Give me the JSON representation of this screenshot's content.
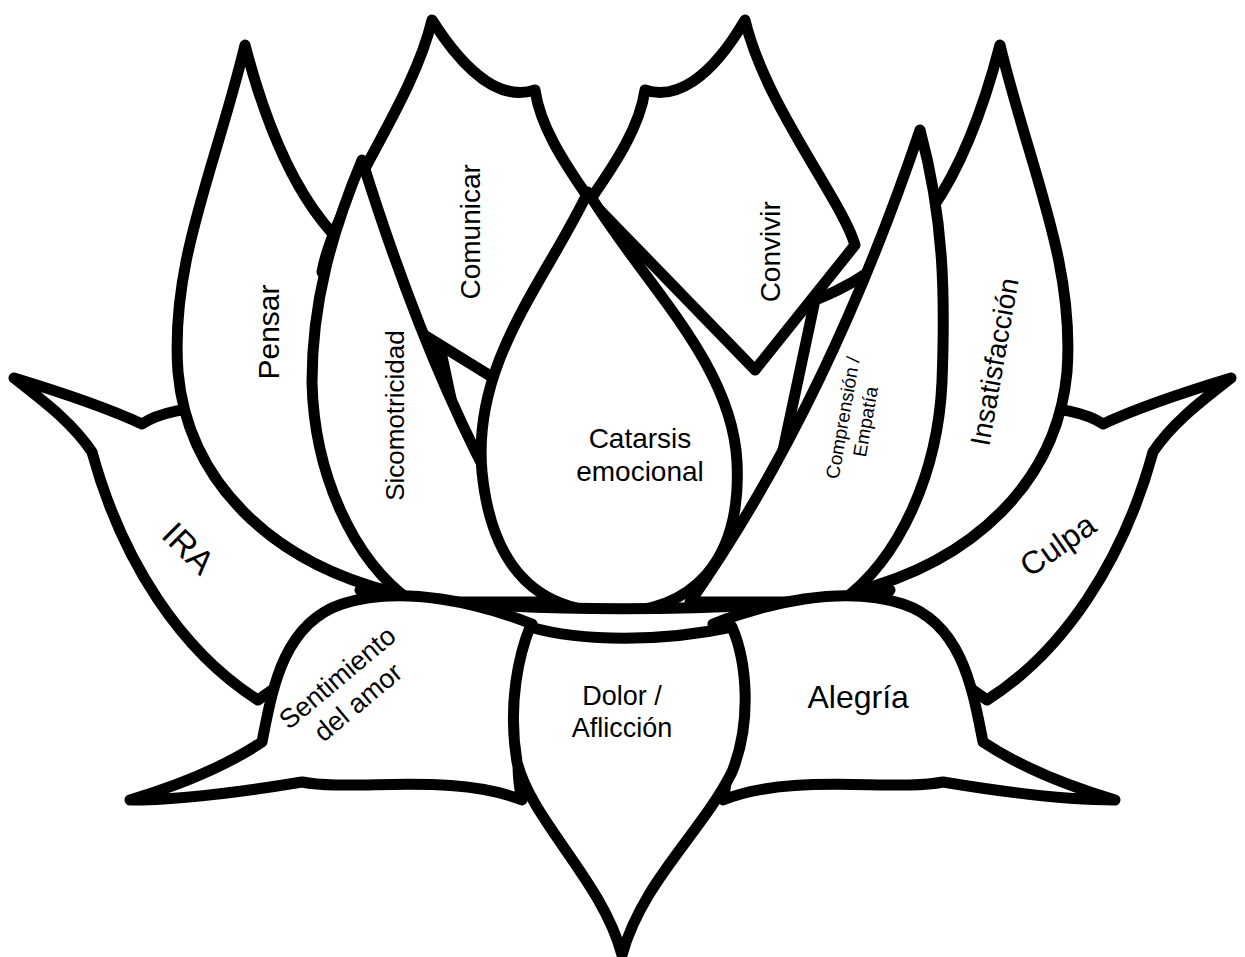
{
  "diagram": {
    "nodes": [
      {
        "text": [
          "Comunicar"
        ]
      },
      {
        "text": [
          "Convivir"
        ]
      },
      {
        "text": [
          "Pensar"
        ]
      },
      {
        "text": [
          "Insatisfacción"
        ]
      },
      {
        "text": [
          "Sicomotricidad"
        ]
      },
      {
        "text": [
          "Catarsis emocional"
        ]
      },
      {
        "text": [
          "Comprensión / Empatía"
        ]
      },
      {
        "text": [
          "IRA"
        ]
      },
      {
        "text": [
          "Culpa"
        ]
      },
      {
        "text": [
          "Sentimiento del amor"
        ]
      },
      {
        "text": [
          "Dolor / Aflicción"
        ]
      },
      {
        "text": [
          "Alegría"
        ]
      }
    ]
  }
}
